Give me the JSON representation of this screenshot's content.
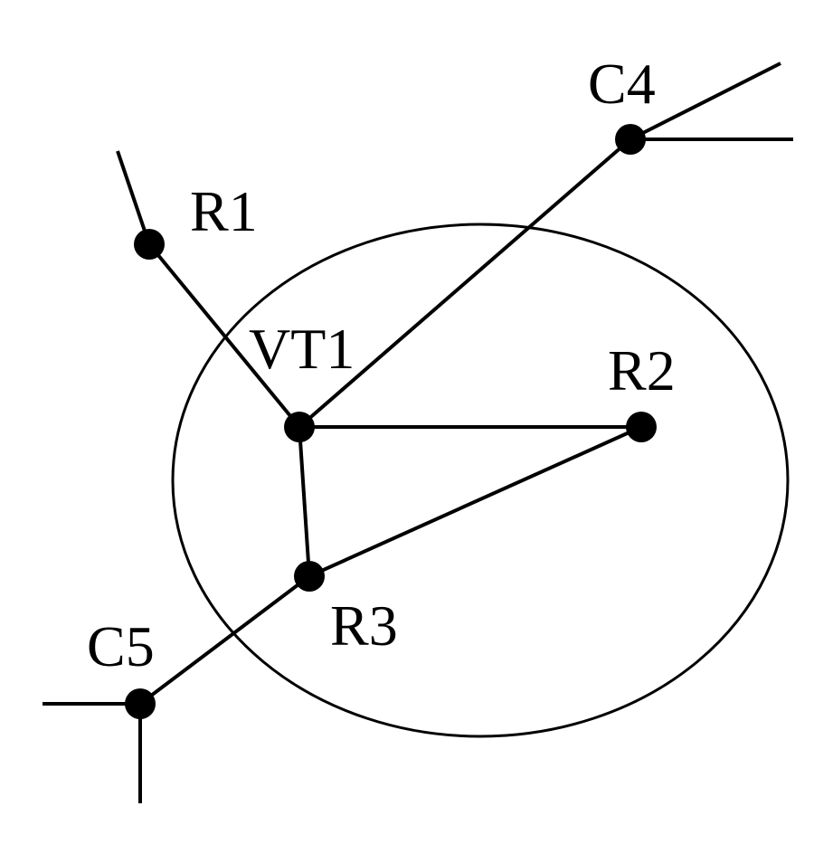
{
  "diagram": {
    "nodes": [
      {
        "id": "R1",
        "label": "R1"
      },
      {
        "id": "VT1",
        "label": "VT1"
      },
      {
        "id": "R2",
        "label": "R2"
      },
      {
        "id": "R3",
        "label": "R3"
      },
      {
        "id": "C4",
        "label": "C4"
      },
      {
        "id": "C5",
        "label": "C5"
      }
    ],
    "edges": [
      {
        "from": "R1",
        "to": "VT1"
      },
      {
        "from": "VT1",
        "to": "R2"
      },
      {
        "from": "VT1",
        "to": "R3"
      },
      {
        "from": "VT1",
        "to": "C4"
      },
      {
        "from": "R2",
        "to": "R3"
      },
      {
        "from": "R3",
        "to": "C5"
      }
    ],
    "stubs": [
      {
        "node": "R1",
        "count": 1
      },
      {
        "node": "C4",
        "count": 2
      },
      {
        "node": "C5",
        "count": 2
      }
    ],
    "boundary": "ellipse enclosing VT1, R2, R3",
    "colors": {
      "ink": "#000000",
      "background": "#ffffff"
    }
  }
}
